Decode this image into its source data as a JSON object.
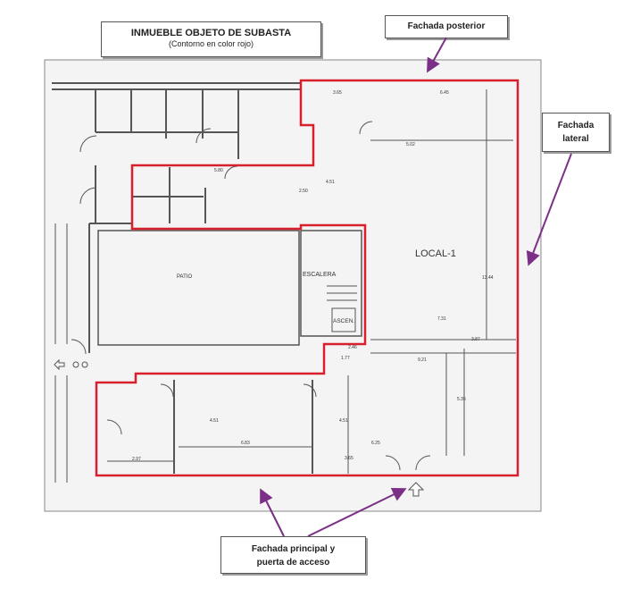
{
  "title_box": {
    "title": "INMUEBLE OBJETO DE SUBASTA",
    "subtitle": "(Contorno en color rojo)"
  },
  "callouts": {
    "rear": "Fachada posterior",
    "side_line1": "Fachada",
    "side_line2": "lateral",
    "front_line1": "Fachada principal y",
    "front_line2": "puerta de acceso"
  },
  "plan": {
    "local": "LOCAL-1",
    "patio": "PATIO",
    "stair": "ESCALERA",
    "lift": "ASCEN.",
    "dims": {
      "d1": "3.65",
      "d2": "6.45",
      "d3": "5.02",
      "d4": "5.80",
      "d5": "2.50",
      "d6": "4.51",
      "d7": "7.31",
      "d8": "3.87",
      "d9": "9.21",
      "d10": "5.35",
      "d11": "13.44",
      "d12": "2.97",
      "d13": "6.83",
      "d14": "3.65",
      "d15": "6.25",
      "d16": "4.51",
      "d17": "4.51",
      "d18": "1.77",
      "d19": "2.46"
    }
  },
  "colors": {
    "outline": "#d8202c",
    "arrow": "#7b2f86",
    "wall": "#555555"
  }
}
